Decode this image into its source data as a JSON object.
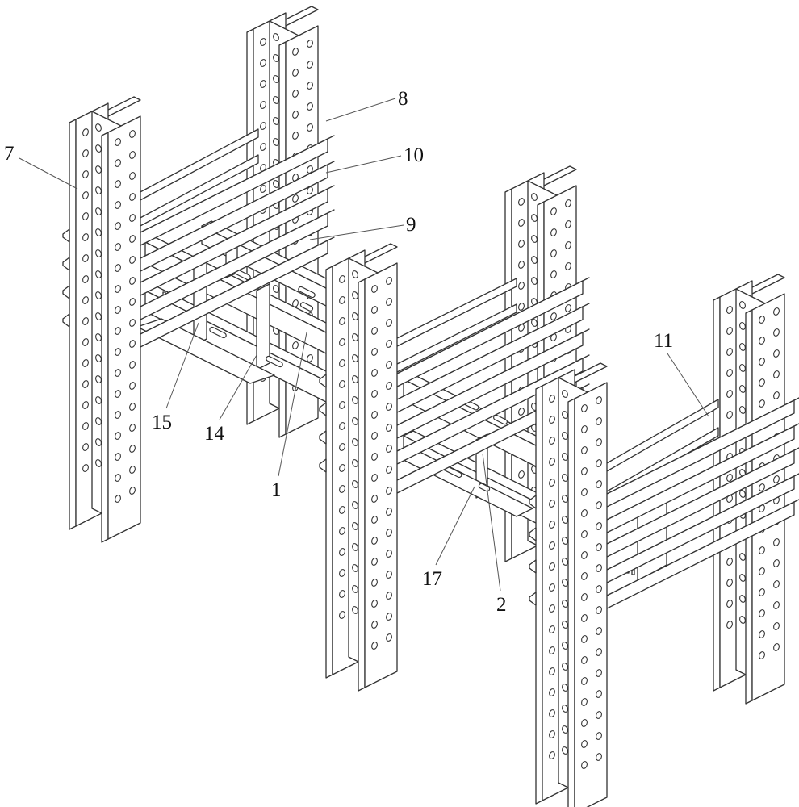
{
  "figure": {
    "type": "patent-style isometric line drawing",
    "subject": "steel frame structure with perforated H-section columns, horizontal flat bars and inner channel framing",
    "colors": {
      "line": "#333333",
      "background": "#ffffff",
      "label": "#111111"
    }
  },
  "reference_labels": [
    {
      "id": "label-7",
      "text": "7"
    },
    {
      "id": "label-8",
      "text": "8"
    },
    {
      "id": "label-10",
      "text": "10"
    },
    {
      "id": "label-9",
      "text": "9"
    },
    {
      "id": "label-11",
      "text": "11"
    },
    {
      "id": "label-15",
      "text": "15"
    },
    {
      "id": "label-14",
      "text": "14"
    },
    {
      "id": "label-1",
      "text": "1"
    },
    {
      "id": "label-17",
      "text": "17"
    },
    {
      "id": "label-2",
      "text": "2"
    }
  ],
  "components": {
    "columns": [
      "perforated-h-column-left-front",
      "perforated-h-column-left-back",
      "perforated-h-column-middle-front",
      "perforated-h-column-middle-back",
      "perforated-h-column-right-front",
      "perforated-h-column-right-back"
    ],
    "bar_groups": [
      "left-horizontal-bars",
      "middle-horizontal-bars",
      "right-horizontal-bars"
    ],
    "inner_frames": [
      "left-inner-channel-frame",
      "right-inner-channel-frame"
    ]
  }
}
